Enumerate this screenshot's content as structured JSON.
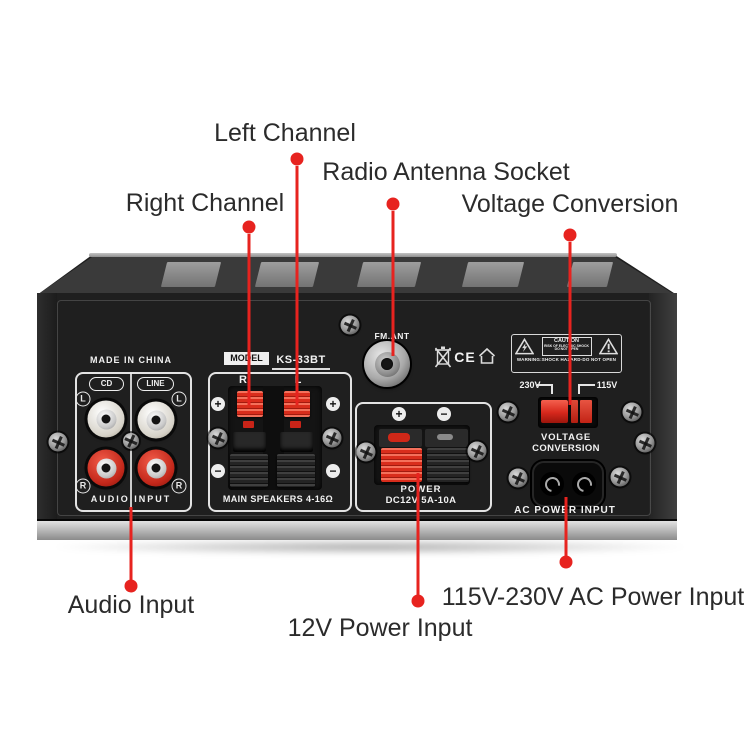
{
  "callouts": {
    "left_channel": "Left Channel",
    "right_channel": "Right Channel",
    "radio_antenna": "Radio Antenna Socket",
    "voltage_conversion": "Voltage Conversion",
    "audio_input": "Audio Input",
    "dc_power": "12V Power Input",
    "ac_power": "115V-230V AC Power Input"
  },
  "panel": {
    "made_in_china": "MADE IN CHINA",
    "cd": "CD",
    "line": "LINE",
    "left_letter": "L",
    "right_letter": "R",
    "audio_input": "AUDIO INPUT",
    "model_label": "MODEL",
    "model_number": "KS-33BT",
    "speaker_r": "R",
    "speaker_l": "L",
    "plus": "+",
    "minus": "−",
    "main_speakers": "MAIN SPEAKERS 4-16Ω",
    "fm_ant": "FM.ANT",
    "ce_mark": "CE",
    "caution_title": "CAUTION",
    "caution_line1": "RISK OF ELECTRIC SHOCK",
    "caution_line2": "DO NOT OPEN",
    "warning_text": "WARNING:SHOCK HAZARD-DO NOT OPEN",
    "v230": "230V",
    "v115": "115V",
    "voltage_word1": "VOLTAGE",
    "voltage_word2": "CONVERSION",
    "power": "POWER",
    "dc_rating": "DC12V 5A-10A",
    "ac_power_input": "AC POWER INPUT"
  },
  "icons": [
    "weee-bin-icon",
    "ce-mark",
    "house-icon",
    "lightning-triangle-icon",
    "exclamation-triangle-icon",
    "screw-icon",
    "antenna-socket",
    "ac-inlet",
    "voltage-switch"
  ],
  "colors": {
    "callout_red": "#e7231f",
    "terminal_red": "#d92d1c",
    "chassis_black": "#1f1f1f",
    "label_text": "#2b2b2b",
    "panel_text": "#f2f2f2"
  }
}
